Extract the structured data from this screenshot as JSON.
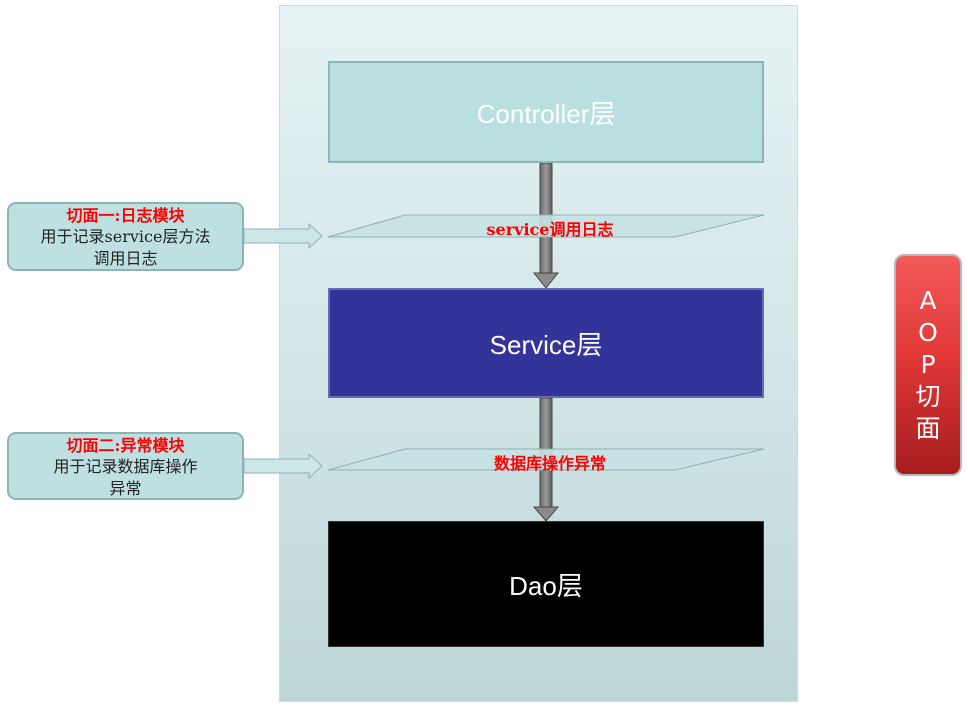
{
  "layers": {
    "controller": "Controller层",
    "service": "Service层",
    "dao": "Dao层"
  },
  "cuts": {
    "cut1": "service调用日志",
    "cut2": "数据库操作异常"
  },
  "notes": {
    "note1": {
      "title": "切面一:日志模块",
      "line1": "用于记录service层方法",
      "line2": "调用日志"
    },
    "note2": {
      "title": "切面二:异常模块",
      "line1": "用于记录数据库操作",
      "line2": "异常"
    }
  },
  "aop": {
    "chars": [
      "A",
      "O",
      "P",
      "切",
      "面"
    ]
  },
  "colors": {
    "controller_fill": "#b9dfe0",
    "service_fill": "#33339a",
    "dao_fill": "#000000",
    "aspect_label": "#ff0000",
    "aop_fill": "#e23838"
  }
}
